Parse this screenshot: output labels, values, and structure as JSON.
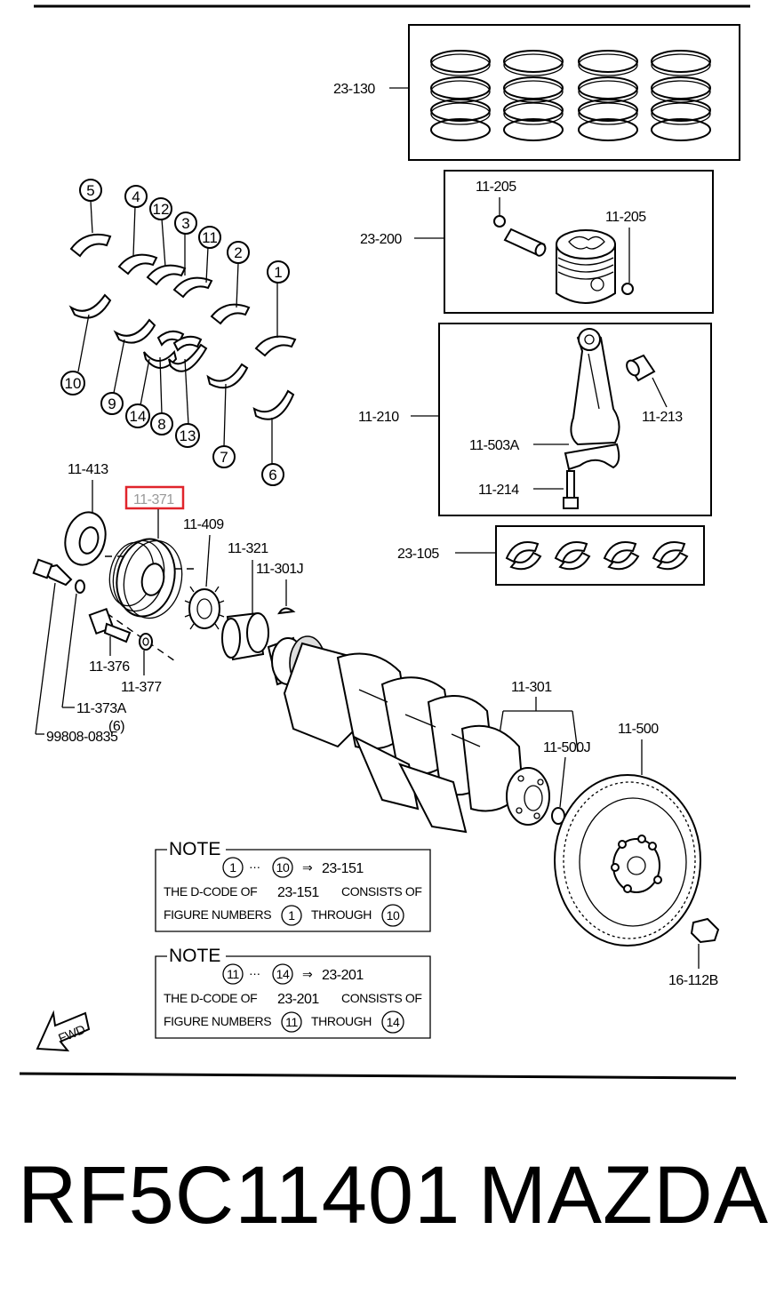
{
  "labels": {
    "rings": "23-130",
    "piston": "23-200",
    "pin_clip_1": "11-205",
    "pin_clip_2": "11-205",
    "conrod": "11-210",
    "conrod_bush": "11-213",
    "conrod_bolt": "11-503A",
    "conrod_nut": "11-214",
    "rod_bearings": "23-105",
    "pulley_hub": "11-413",
    "pulley": "11-371",
    "timing_sprocket": "11-409",
    "crank_gear": "11-321",
    "key": "11-301J",
    "bolt_376": "11-376",
    "washer_377": "11-377",
    "washer_373a": "11-373A",
    "qty_373a": "(6)",
    "bolt_99808": "99808-0835",
    "crankshaft": "11-301",
    "pilot_bearing": "11-500J",
    "flywheel": "11-500",
    "flywheel_bolt": "16-112B"
  },
  "bearing_numbers": [
    "1",
    "2",
    "3",
    "4",
    "5",
    "6",
    "7",
    "8",
    "9",
    "10",
    "11",
    "12",
    "13",
    "14"
  ],
  "notes": [
    {
      "heading": "NOTE",
      "range_start": "1",
      "range_sep": "···",
      "arrow": "⇒",
      "target_code": "23-151",
      "line2_prefix": "THE D-CODE OF",
      "line2_code": "23-151",
      "line2_suffix": "CONSISTS OF",
      "line3_prefix": "FIGURE NUMBERS",
      "line3_from": "1",
      "line3_mid": "THROUGH",
      "line3_to": "10",
      "range_end": "10"
    },
    {
      "heading": "NOTE",
      "range_start": "11",
      "range_sep": "···",
      "arrow": "⇒",
      "target_code": "23-201",
      "line2_prefix": "THE D-CODE OF",
      "line2_code": "23-201",
      "line2_suffix": "CONSISTS OF",
      "line3_prefix": "FIGURE NUMBERS",
      "line3_from": "11",
      "line3_mid": "THROUGH",
      "line3_to": "14",
      "range_end": "14"
    }
  ],
  "fwd_text": "FWD",
  "highlight_color": "#e0242b",
  "footer": {
    "part_number": "RF5C11401",
    "brand": "MAZDA"
  }
}
